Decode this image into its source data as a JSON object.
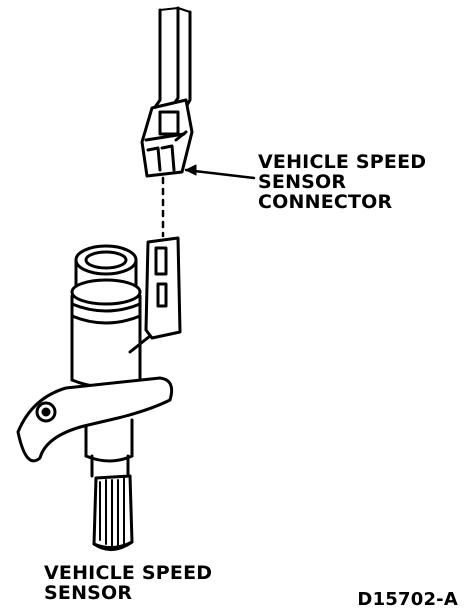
{
  "diagram": {
    "connector_label": [
      "VEHICLE SPEED",
      "SENSOR",
      "CONNECTOR"
    ],
    "sensor_label": [
      "VEHICLE SPEED",
      "SENSOR"
    ],
    "figure_id": "D15702-A"
  }
}
